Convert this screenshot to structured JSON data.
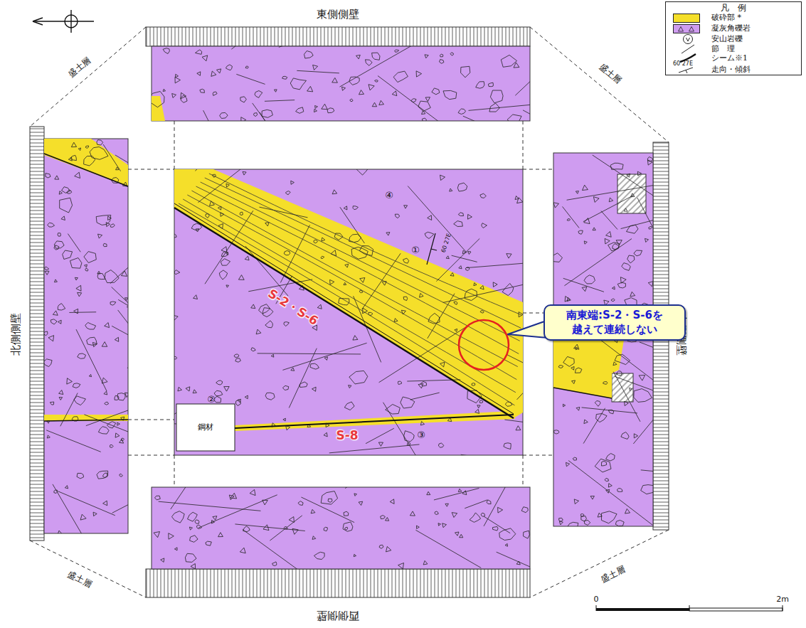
{
  "diagram": {
    "nodes": [
      {
        "text": [
          "南東端:S-2・S-6を 越えて連続しない"
        ]
      }
    ],
    "labels": [
      "凡　例",
      "60 27E",
      "東側側壁",
      "北側側壁",
      "南側側壁",
      "西側側壁",
      "盛土層",
      "盛土層",
      "盛土層",
      "盛土層",
      "S-2・S-6",
      "S-8",
      "①",
      "②",
      "③",
      "④",
      "60 27E",
      "鋼材",
      "0",
      "2m"
    ],
    "legend": [
      {
        "text": "破砕部 *",
        "color": "#f5df2a"
      },
      {
        "text": "凝灰角礫岩",
        "color": "#cf9cf0"
      },
      {
        "text": "安山岩礫"
      },
      {
        "text": "節　理"
      },
      {
        "text": "シーム※1"
      },
      {
        "text": "走向・傾斜"
      }
    ]
  }
}
